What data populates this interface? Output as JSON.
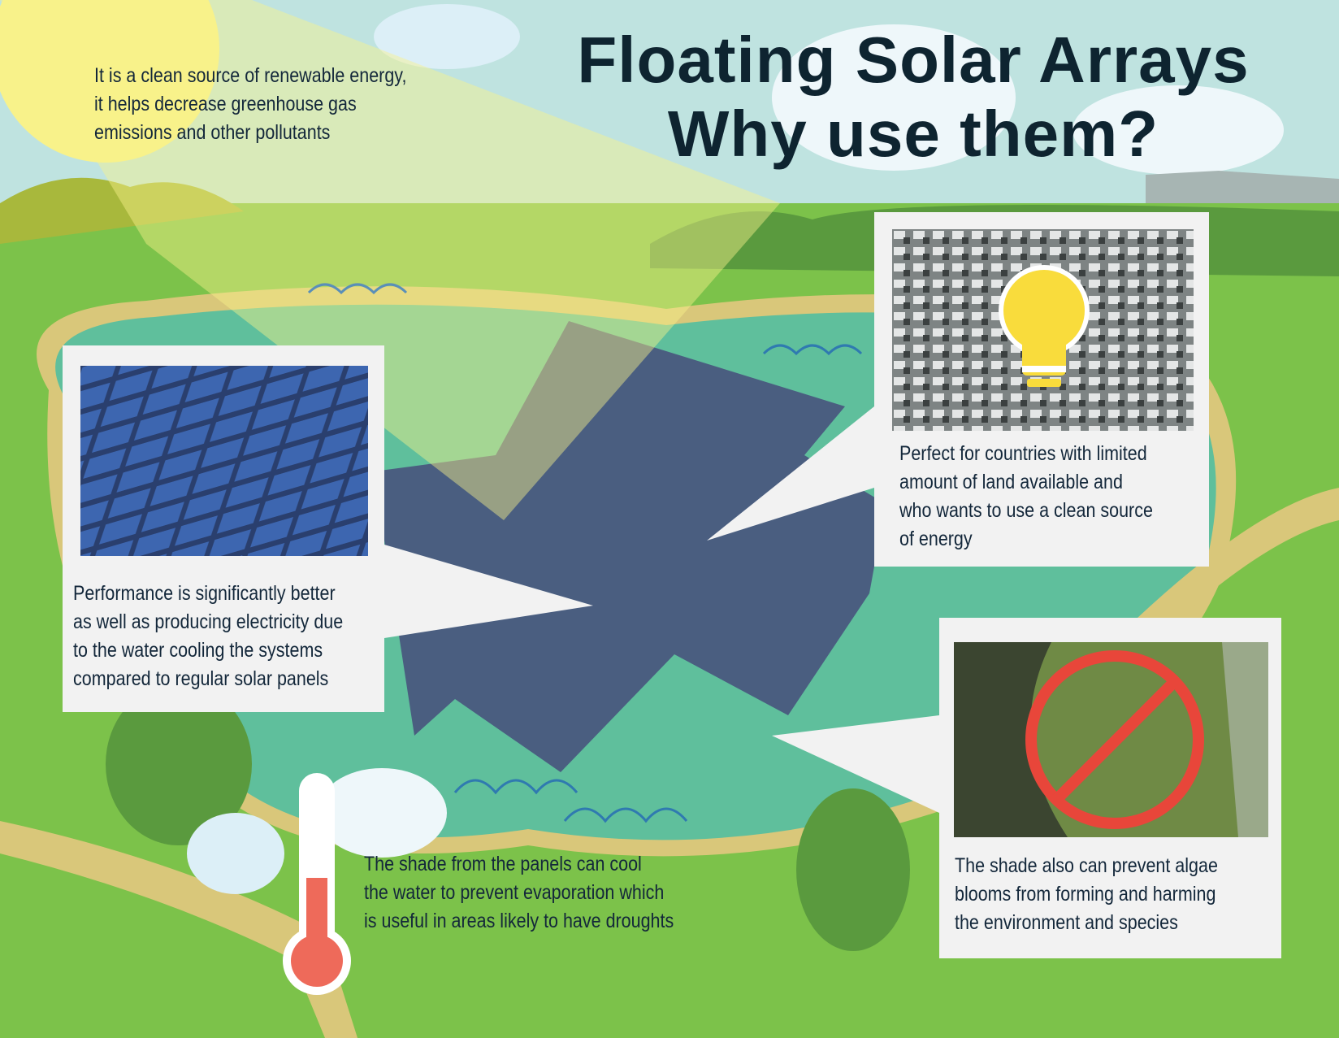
{
  "title": {
    "line1": "Floating Solar Arrays",
    "line2": "Why use them?"
  },
  "intro_text": [
    "It is a clean source of renewable energy,",
    "it helps decrease greenhouse gas",
    "emissions and other pollutants"
  ],
  "cards": [
    {
      "image": "solar-panels-photo",
      "lines": [
        "Performance is significantly better",
        "as well as producing electricity due",
        "to the water cooling the systems",
        "compared to regular solar panels"
      ]
    },
    {
      "image": "city-aerial-photo-with-lightbulb",
      "lines": [
        "Perfect for countries with limited",
        "amount of land available and",
        "who wants to use a clean source",
        "of energy"
      ]
    },
    {
      "image": "algae-bloom-photo-with-prohibited-sign",
      "lines": [
        "The shade also can prevent algae",
        "blooms from forming and harming",
        "the environment and species"
      ]
    }
  ],
  "shade_text": [
    "The shade from the panels can cool",
    "the water to prevent evaporation which",
    "is useful in areas likely to have droughts"
  ],
  "colors": {
    "sky": "#bfe3e0",
    "grass": "#7cc24a",
    "water": "#5fbf9c",
    "panels": "#4a5e80",
    "title": "#0e2430",
    "path": "#d9c77a"
  }
}
